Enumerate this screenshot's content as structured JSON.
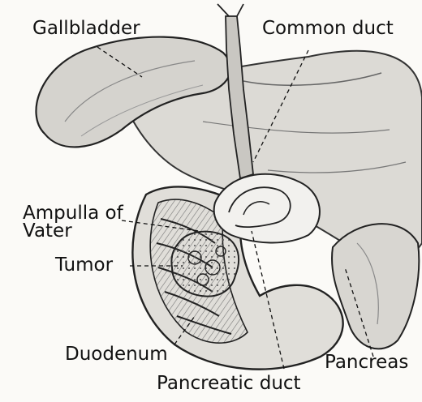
{
  "figure": {
    "labels": {
      "gallbladder": "Gallbladder",
      "common_duct": "Common duct",
      "ampulla": "Ampulla of\nVater",
      "tumor": "Tumor",
      "duodenum": "Duodenum",
      "pancreas": "Pancreas",
      "pancreatic_duct": "Pancreatic duct"
    }
  }
}
